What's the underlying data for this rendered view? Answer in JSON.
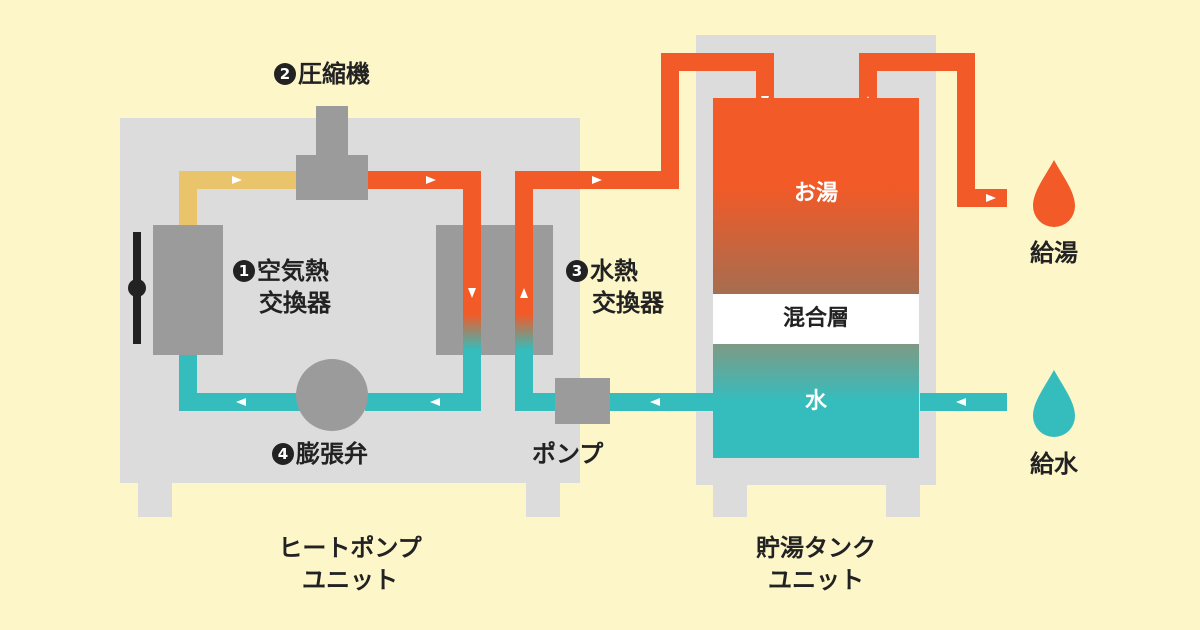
{
  "colors": {
    "background": "#fdf6c9",
    "unit_gray": "#dcdcdc",
    "component_gray": "#9b9b9b",
    "hot_orange": "#f25a27",
    "warm_yellow": "#e9c46a",
    "cold_teal": "#35bdbd",
    "mixed_layer": "#ffffff"
  },
  "heat_pump_unit": {
    "name_line1": "ヒートポンプ",
    "name_line2": "ユニット",
    "components": {
      "air_heat_exchanger": {
        "number": "1",
        "label_line1": "空気熱",
        "label_line2": "交換器"
      },
      "compressor": {
        "number": "2",
        "label": "圧縮機"
      },
      "water_heat_exchanger": {
        "number": "3",
        "label_line1": "水熱",
        "label_line2": "交換器"
      },
      "expansion_valve": {
        "number": "4",
        "label": "膨張弁"
      },
      "pump": {
        "label": "ポンプ"
      }
    }
  },
  "storage_tank_unit": {
    "name_line1": "貯湯タンク",
    "name_line2": "ユニット",
    "layers": {
      "hot": "お湯",
      "mixed": "混合層",
      "cold": "水"
    }
  },
  "outputs": {
    "hot_supply": "給湯",
    "cold_supply": "給水"
  }
}
